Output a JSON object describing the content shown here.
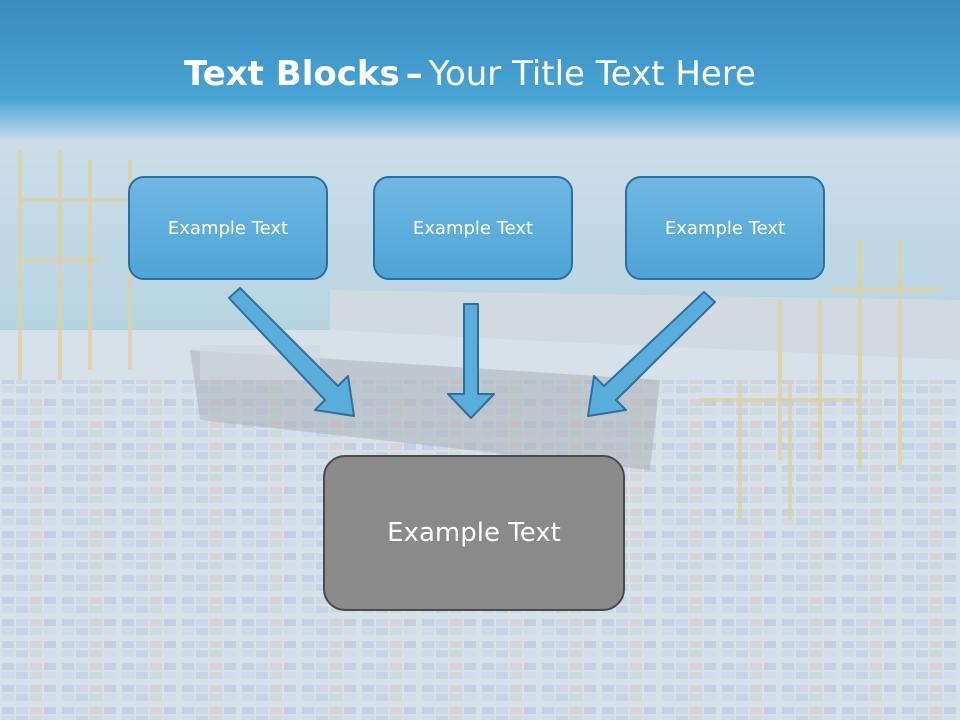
{
  "slide": {
    "title_bold": "Text Blocks",
    "title_sep": "–",
    "title_rest": "Your Title Text Here",
    "top_boxes": [
      {
        "label": "Example Text"
      },
      {
        "label": "Example Text"
      },
      {
        "label": "Example Text"
      }
    ],
    "main_box": {
      "label": "Example Text"
    }
  },
  "colors": {
    "header_blue": "#48a3d4",
    "box_blue": "#5aaedc",
    "box_border": "#2f6f9f",
    "main_box_gray": "#8a8a8a",
    "arrow_fill": "#5aaedc"
  },
  "icons": [
    "arrow-down-right-icon",
    "arrow-down-icon",
    "arrow-down-left-icon"
  ]
}
